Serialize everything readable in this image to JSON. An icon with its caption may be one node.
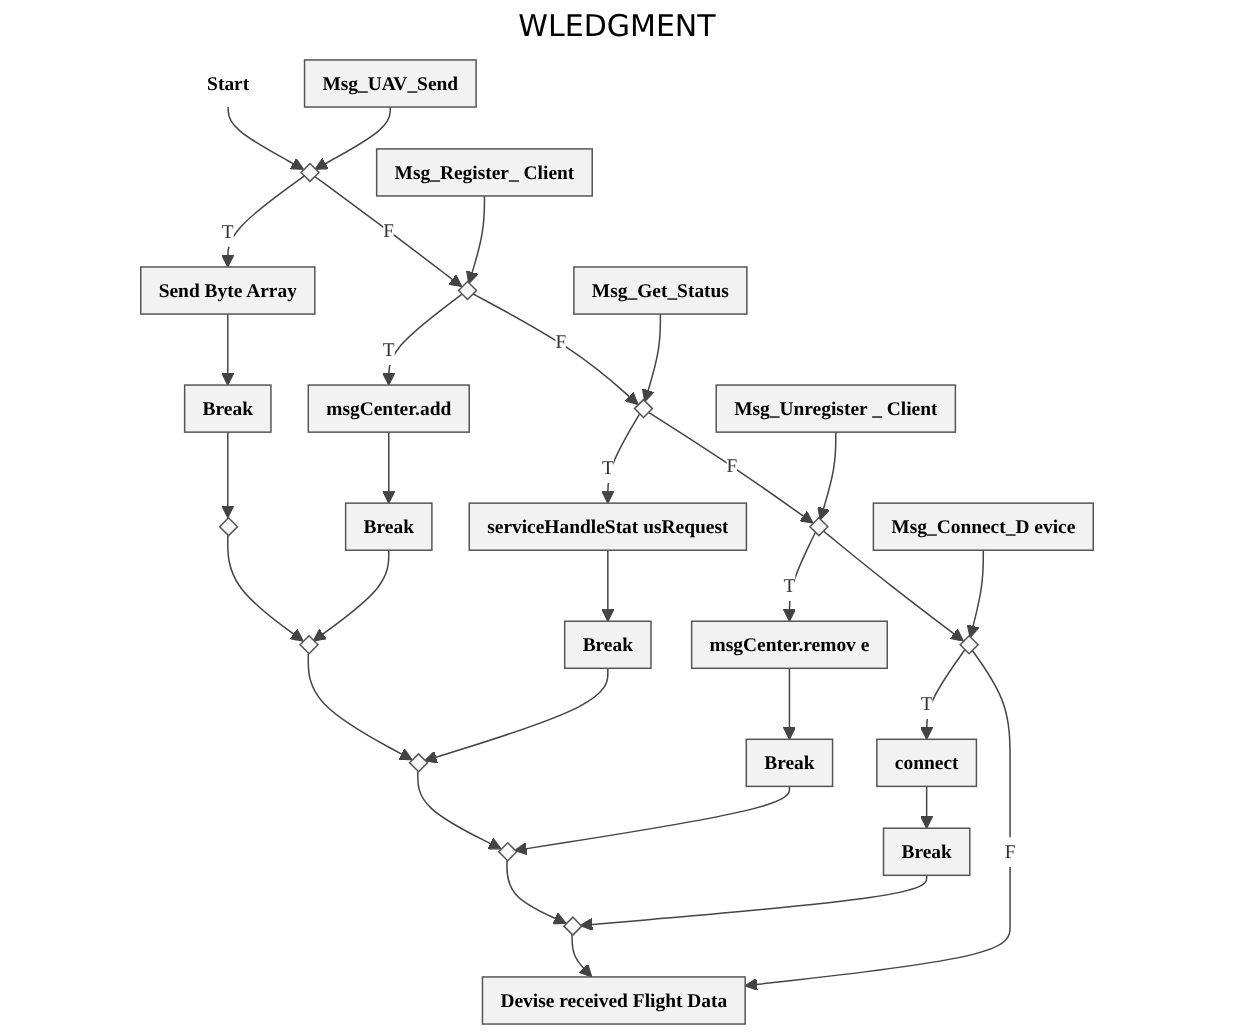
{
  "diagram": {
    "title": "WLEDGMENT",
    "nodes": [
      {
        "text": [
          "Start"
        ]
      },
      {
        "text": [
          "Msg_UAV_Send"
        ]
      },
      {
        "text": [],
        "shape": "diamond"
      },
      {
        "text": [
          "Send Byte Array"
        ]
      },
      {
        "text": [
          "Break"
        ]
      },
      {
        "text": [],
        "shape": "diamond"
      },
      {
        "text": [
          "Msg_Register_ Client"
        ]
      },
      {
        "text": [],
        "shape": "diamond"
      },
      {
        "text": [
          "msgCenter.add"
        ]
      },
      {
        "text": [
          "Break"
        ]
      },
      {
        "text": [],
        "shape": "diamond"
      },
      {
        "text": [
          "Msg_Get_Status"
        ]
      },
      {
        "text": [],
        "shape": "diamond"
      },
      {
        "text": [
          "serviceHandleStat usRequest"
        ]
      },
      {
        "text": [
          "Break"
        ]
      },
      {
        "text": [],
        "shape": "diamond"
      },
      {
        "text": [
          "Msg_Unregister _ Client"
        ]
      },
      {
        "text": [],
        "shape": "diamond"
      },
      {
        "text": [
          "msgCenter.remov e"
        ]
      },
      {
        "text": [
          "Break"
        ]
      },
      {
        "text": [],
        "shape": "diamond"
      },
      {
        "text": [
          "Msg_Connect_D evice"
        ]
      },
      {
        "text": [],
        "shape": "diamond"
      },
      {
        "text": [
          "connect"
        ]
      },
      {
        "text": [
          "Break"
        ]
      },
      {
        "text": [],
        "shape": "diamond"
      },
      {
        "text": [
          "Devise received Flight Data"
        ]
      }
    ],
    "edges": [
      {
        "from": 0,
        "to": 2,
        "arrow": "to"
      },
      {
        "from": 1,
        "to": 2,
        "arrow": "to"
      },
      {
        "from": 2,
        "to": 3,
        "arrow": "to",
        "label": "T"
      },
      {
        "from": 3,
        "to": 4,
        "arrow": "to"
      },
      {
        "from": 4,
        "to": 5,
        "arrow": "to"
      },
      {
        "from": 2,
        "to": 7,
        "arrow": "to",
        "label": "F"
      },
      {
        "from": 6,
        "to": 7,
        "arrow": "to"
      },
      {
        "from": 7,
        "to": 8,
        "arrow": "to",
        "label": "T"
      },
      {
        "from": 8,
        "to": 9,
        "arrow": "to"
      },
      {
        "from": 9,
        "to": 10,
        "arrow": "to"
      },
      {
        "from": 7,
        "to": 12,
        "arrow": "to",
        "label": "F"
      },
      {
        "from": 11,
        "to": 12,
        "arrow": "to"
      },
      {
        "from": 12,
        "to": 13,
        "arrow": "to",
        "label": "T"
      },
      {
        "from": 13,
        "to": 14,
        "arrow": "to"
      },
      {
        "from": 14,
        "to": 15,
        "arrow": "to"
      },
      {
        "from": 12,
        "to": 17,
        "arrow": "to",
        "label": "F"
      },
      {
        "from": 16,
        "to": 17,
        "arrow": "to"
      },
      {
        "from": 17,
        "to": 18,
        "arrow": "to",
        "label": "T"
      },
      {
        "from": 18,
        "to": 19,
        "arrow": "to"
      },
      {
        "from": 19,
        "to": 20,
        "arrow": "to"
      },
      {
        "from": 17,
        "to": 22,
        "arrow": "to"
      },
      {
        "from": 21,
        "to": 22,
        "arrow": "to"
      },
      {
        "from": 22,
        "to": 23,
        "arrow": "to",
        "label": "T"
      },
      {
        "from": 23,
        "to": 24,
        "arrow": "to"
      },
      {
        "from": 24,
        "to": 25,
        "arrow": "to"
      },
      {
        "from": 22,
        "to": 26,
        "arrow": "to",
        "label": "F"
      },
      {
        "from": 5,
        "to": 10,
        "arrow": "to"
      },
      {
        "from": 10,
        "to": 15,
        "arrow": "to"
      },
      {
        "from": 15,
        "to": 20,
        "arrow": "to"
      },
      {
        "from": 20,
        "to": 25,
        "arrow": "to"
      },
      {
        "from": 25,
        "to": 26,
        "arrow": "to"
      }
    ]
  }
}
